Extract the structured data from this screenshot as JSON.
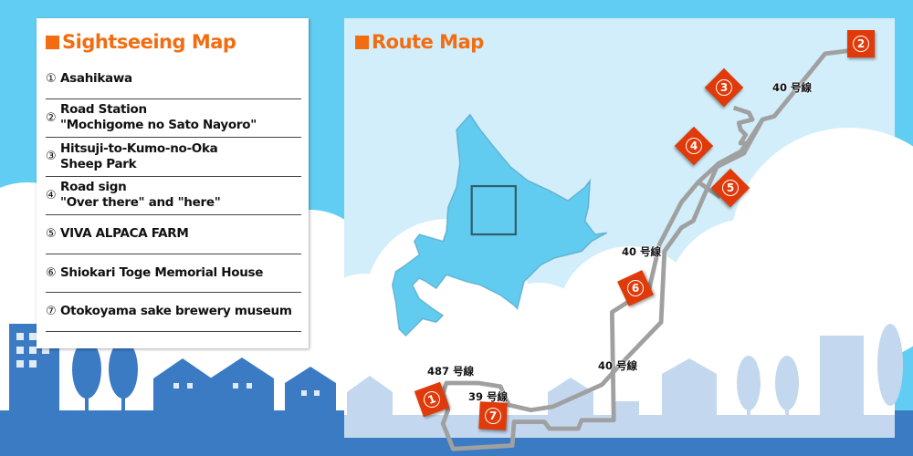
{
  "sightseeing": {
    "title": "Sightseeing Map",
    "items": [
      {
        "num": "①",
        "lines": [
          "Asahikawa"
        ]
      },
      {
        "num": "②",
        "lines": [
          "Road Station",
          "\"Mochigome no Sato Nayoro\""
        ]
      },
      {
        "num": "③",
        "lines": [
          "Hitsuji-to-Kumo-no-Oka",
          "Sheep Park"
        ]
      },
      {
        "num": "④",
        "lines": [
          "Road sign",
          "\"Over there\" and \"here\""
        ]
      },
      {
        "num": "⑤",
        "lines": [
          "VIVA ALPACA FARM"
        ]
      },
      {
        "num": "⑥",
        "lines": [
          "Shiokari Toge Memorial House"
        ]
      },
      {
        "num": "⑦",
        "lines": [
          "Otokoyama sake brewery museum"
        ]
      }
    ]
  },
  "route_map": {
    "title": "Route Map",
    "road_labels": [
      "40 号線",
      "40 号線",
      "40 号線",
      "487 号線",
      "39 号線"
    ],
    "markers": [
      "1",
      "2",
      "3",
      "4",
      "5",
      "6",
      "7"
    ]
  },
  "colors": {
    "accent": "#f26d12",
    "marker": "#e03a0a",
    "sky": "#62cdf3",
    "city": "#3a7bc4",
    "route": "#a0a0a0",
    "island": "#62ccf0"
  }
}
